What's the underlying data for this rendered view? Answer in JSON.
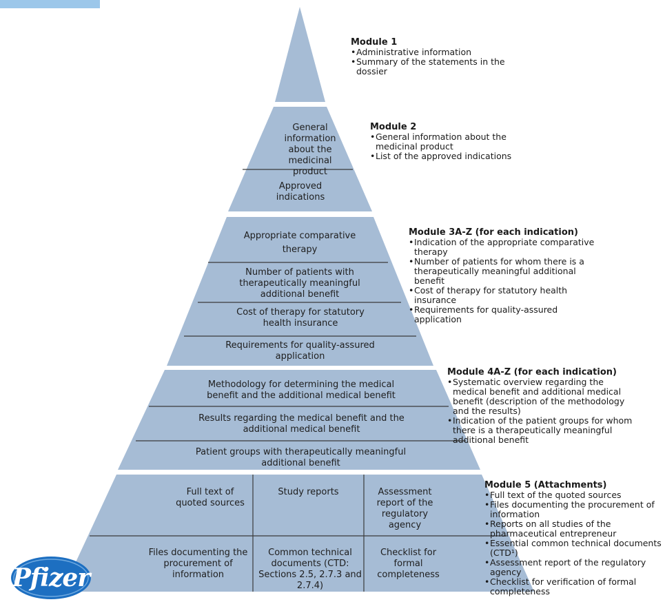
{
  "pyramid": {
    "module2": [
      "General information about the medicinal product",
      "Approved indications"
    ],
    "module3": [
      "Appropriate comparative therapy",
      "Number of patients with therapeutically meaningful additional benefit",
      "Cost of therapy for statutory health insurance",
      "Requirements for quality-assured application"
    ],
    "module4": [
      "Methodology for determining the medical benefit and the additional medical benefit",
      "Results regarding the medical benefit and the additional medical benefit",
      "Patient groups with therapeutically meaningful additional benefit"
    ],
    "module5": [
      "Full text of quoted sources",
      "Study reports",
      "Assessment report of the regulatory agency",
      "Files documenting the procurement of information",
      "Common technical documents (CTD: Sections 2.5, 2.7.3 and 2.7.4)",
      "Checklist for formal completeness"
    ]
  },
  "modules": [
    {
      "title": "Module 1",
      "items": [
        "Administrative information",
        "Summary of the statements in the dossier"
      ]
    },
    {
      "title": "Module 2",
      "items": [
        "General information about the medicinal product",
        "List of the approved indications"
      ]
    },
    {
      "title": "Module 3A-Z (for each indication)",
      "items": [
        "Indication of the appropriate comparative therapy",
        "Number of patients for whom there is a therapeutically meaningful additional benefit",
        "Cost of therapy for statutory health insurance",
        "Requirements for quality-assured application"
      ]
    },
    {
      "title": "Module 4A-Z (for each indication)",
      "items": [
        "Systematic overview regarding the medical benefit and additional medical benefit (description of the methodology and the results)",
        "Indication of the patient groups for whom there is a therapeutically meaningful additional benefit"
      ]
    },
    {
      "title": "Module 5 (Attachments)",
      "items": [
        "Full text of the quoted sources",
        "Files documenting the procurement of information",
        "Reports on all studies of the pharmaceutical entrepreneur",
        "Essential common technical documents (CTD¹)",
        "Assessment report of the regulatory agency",
        "Checklist for verification of formal completeness"
      ]
    }
  ],
  "logo": {
    "text": "Pfizer"
  },
  "colors": {
    "pyramid_fill": "#a6bcd5",
    "pyramid_line": "#3a3a3a",
    "logo_blue": "#1d6fc1",
    "accent_bar": "#9cc7ea"
  }
}
